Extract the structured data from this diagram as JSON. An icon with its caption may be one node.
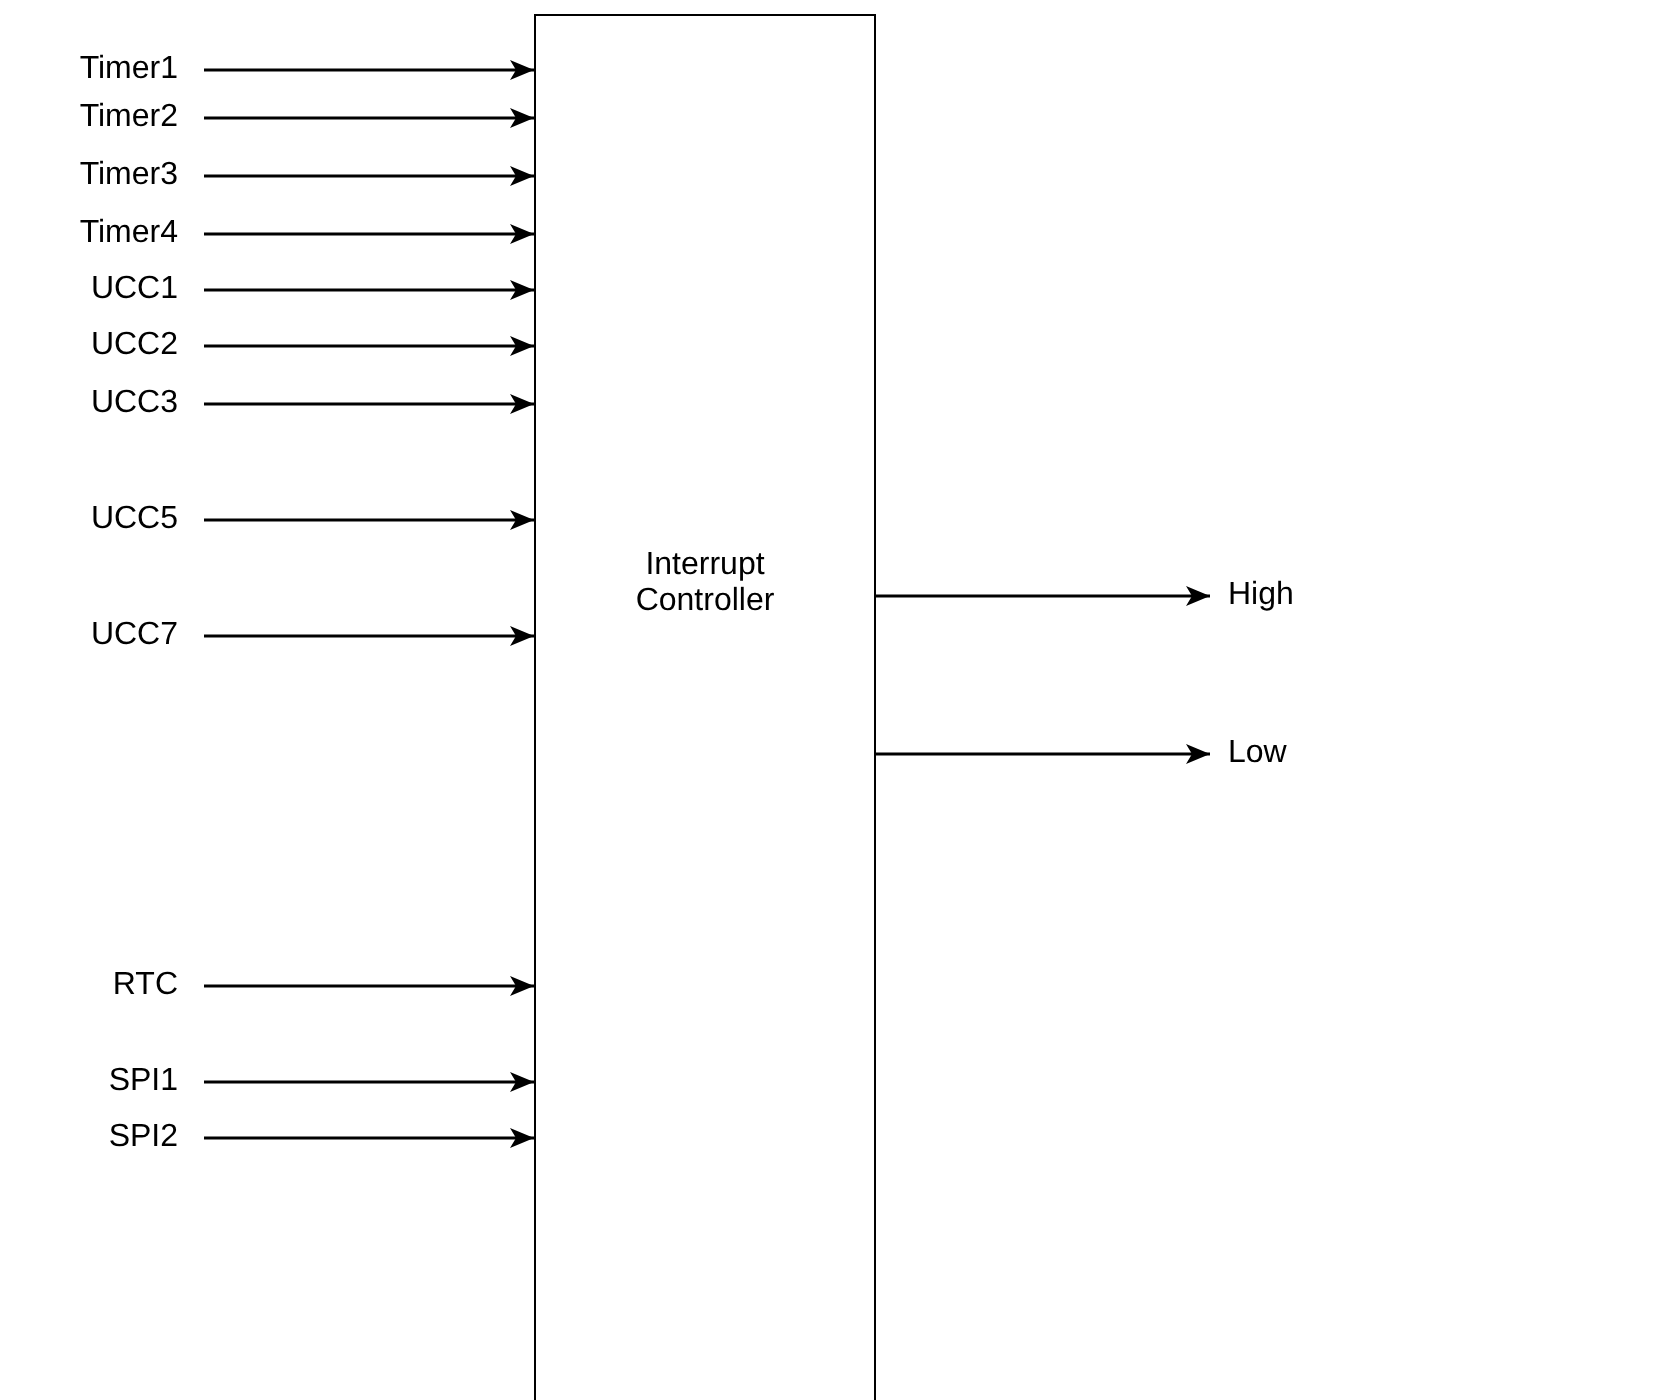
{
  "diagram": {
    "nodes": [
      {
        "text": [
          "Interrupt Controller"
        ]
      },
      {
        "text": [
          "Timer1"
        ]
      },
      {
        "text": [
          "Timer2"
        ]
      },
      {
        "text": [
          "Timer3"
        ]
      },
      {
        "text": [
          "Timer4"
        ]
      },
      {
        "text": [
          "UCC1"
        ]
      },
      {
        "text": [
          "UCC2"
        ]
      },
      {
        "text": [
          "UCC3"
        ]
      },
      {
        "text": [
          "UCC5"
        ]
      },
      {
        "text": [
          "UCC7"
        ]
      },
      {
        "text": [
          "RTC"
        ]
      },
      {
        "text": [
          "SPI1"
        ]
      },
      {
        "text": [
          "SPI2"
        ]
      },
      {
        "text": [
          "High"
        ]
      },
      {
        "text": [
          "Low"
        ]
      }
    ],
    "edges": [
      {
        "from": 1,
        "to": 0,
        "arrow": "to"
      },
      {
        "from": 2,
        "to": 0,
        "arrow": "to"
      },
      {
        "from": 3,
        "to": 0,
        "arrow": "to"
      },
      {
        "from": 4,
        "to": 0,
        "arrow": "to"
      },
      {
        "from": 5,
        "to": 0,
        "arrow": "to"
      },
      {
        "from": 6,
        "to": 0,
        "arrow": "to"
      },
      {
        "from": 7,
        "to": 0,
        "arrow": "to"
      },
      {
        "from": 8,
        "to": 0,
        "arrow": "to"
      },
      {
        "from": 9,
        "to": 0,
        "arrow": "to"
      },
      {
        "from": 10,
        "to": 0,
        "arrow": "to"
      },
      {
        "from": 11,
        "to": 0,
        "arrow": "to"
      },
      {
        "from": 12,
        "to": 0,
        "arrow": "to"
      },
      {
        "from": 0,
        "to": 13,
        "arrow": "to"
      },
      {
        "from": 0,
        "to": 14,
        "arrow": "to"
      }
    ]
  }
}
